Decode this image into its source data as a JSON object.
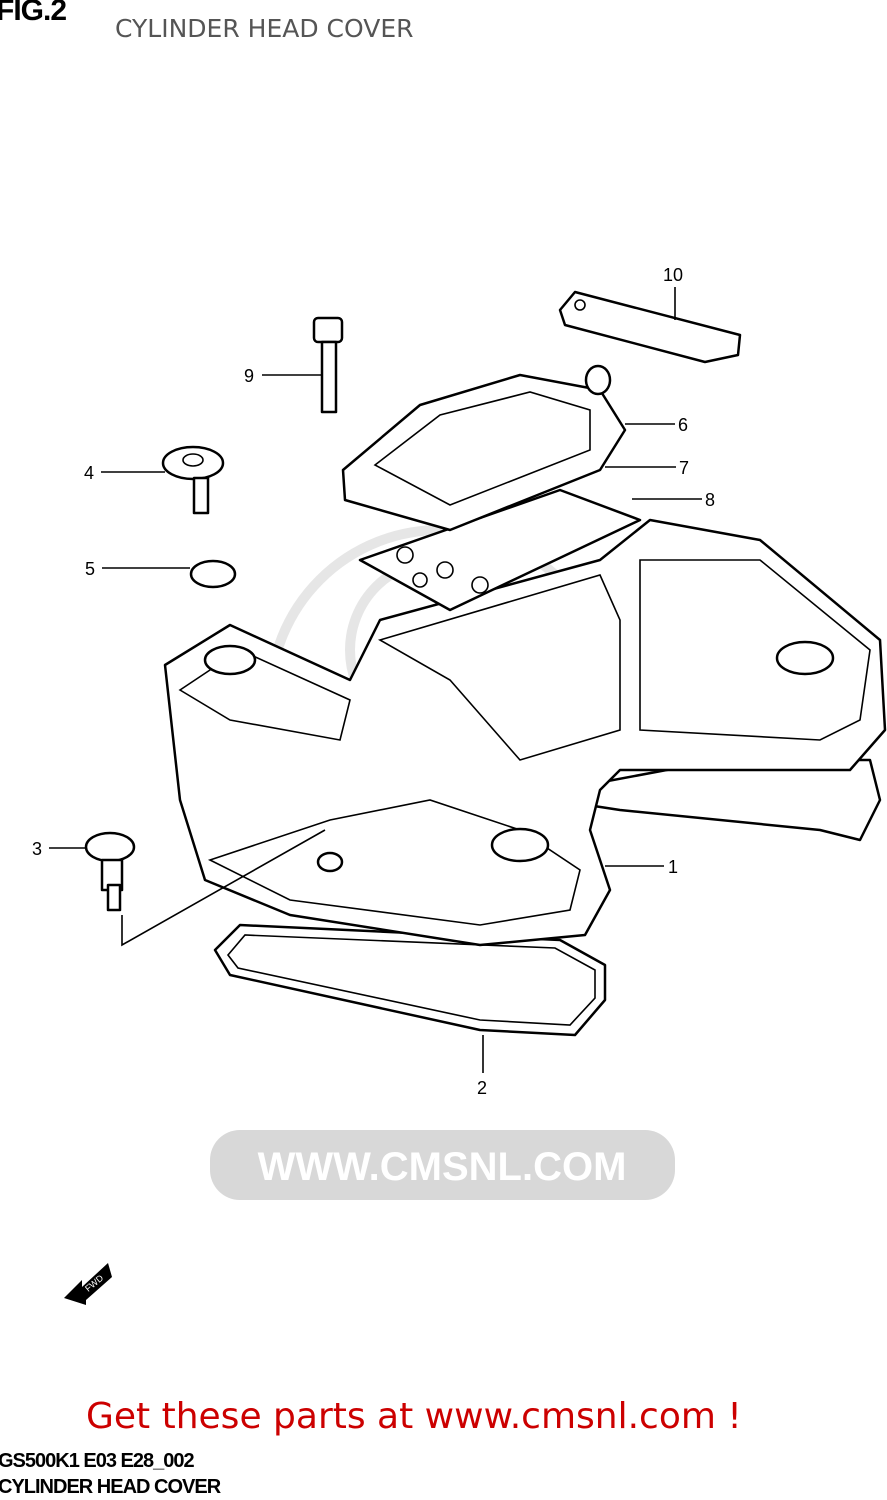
{
  "figure": {
    "number": "FIG.2",
    "title": "CYLINDER HEAD COVER"
  },
  "callouts": [
    "1",
    "2",
    "3",
    "4",
    "5",
    "6",
    "7",
    "8",
    "9",
    "10"
  ],
  "footer": {
    "code": "GS500K1 E03 E28_002",
    "title": "CYLINDER HEAD COVER"
  },
  "promo": {
    "text": "Get these parts at www.cmsnl.com !",
    "color": "#cc0000"
  },
  "watermark": {
    "text": "WWW.CMSNL.COM"
  },
  "direction_arrow": {
    "label": "FWD"
  }
}
